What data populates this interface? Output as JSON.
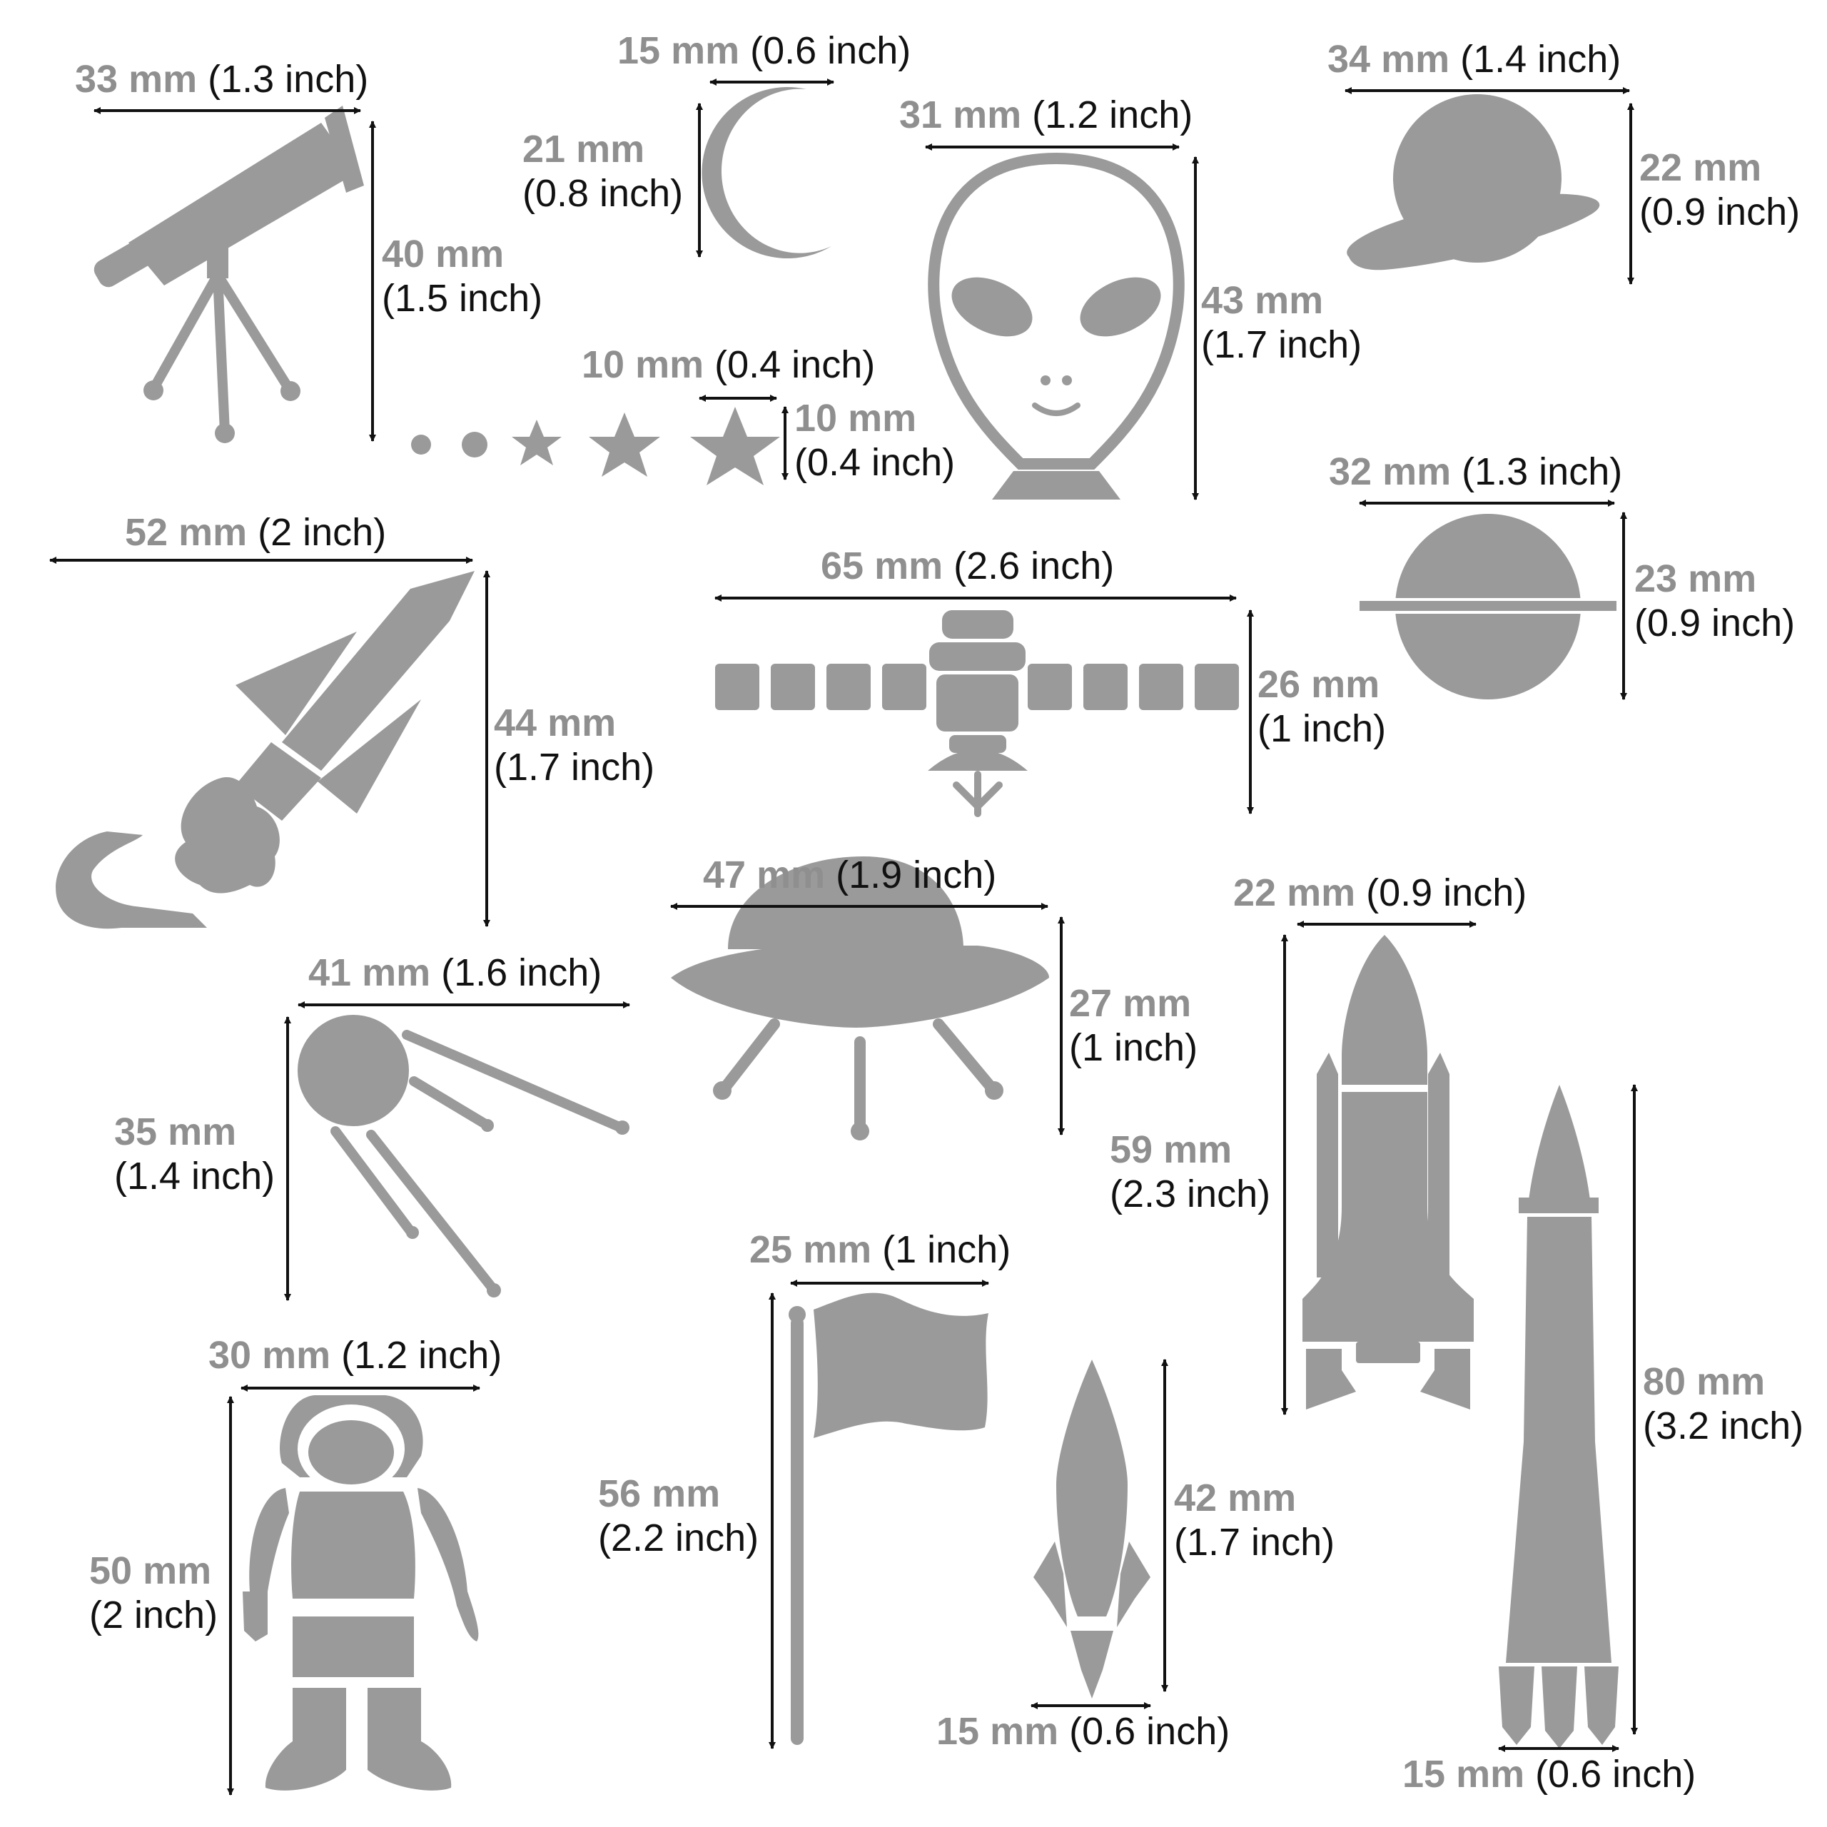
{
  "colors": {
    "shape": "#9a9a9a",
    "arrow": "#111111",
    "mm_text": "#8f8f8f",
    "inch_text": "#111111",
    "background": "#ffffff"
  },
  "items": {
    "telescope": {
      "icon": "telescope-icon",
      "width": {
        "mm": "33 mm",
        "inch": "(1.3 inch)"
      },
      "height": {
        "mm": "40 mm",
        "inch": "(1.5 inch)"
      }
    },
    "moon": {
      "icon": "moon-icon",
      "width": {
        "mm": "15 mm",
        "inch": "(0.6 inch)"
      },
      "height": {
        "mm": "21 mm",
        "inch": "(0.8 inch)"
      }
    },
    "alien": {
      "icon": "alien-head-icon",
      "width": {
        "mm": "31 mm",
        "inch": "(1.2 inch)"
      },
      "height": {
        "mm": "43 mm",
        "inch": "(1.7 inch)"
      }
    },
    "ringed_planet": {
      "icon": "ringed-planet-icon",
      "width": {
        "mm": "34 mm",
        "inch": "(1.4 inch)"
      },
      "height": {
        "mm": "22 mm",
        "inch": "(0.9 inch)"
      }
    },
    "stars": {
      "icon": "star-icon",
      "width": {
        "mm": "10 mm",
        "inch": "(0.4 inch)"
      },
      "height": {
        "mm": "10 mm",
        "inch": "(0.4 inch)"
      }
    },
    "banded_planet": {
      "icon": "banded-planet-icon",
      "width": {
        "mm": "32 mm",
        "inch": "(1.3 inch)"
      },
      "height": {
        "mm": "23 mm",
        "inch": "(0.9 inch)"
      }
    },
    "rocket": {
      "icon": "rocket-icon",
      "width": {
        "mm": "52 mm",
        "inch": "(2 inch)"
      },
      "height": {
        "mm": "44 mm",
        "inch": "(1.7 inch)"
      }
    },
    "satellite": {
      "icon": "satellite-icon",
      "width": {
        "mm": "65 mm",
        "inch": "(2.6 inch)"
      },
      "height": {
        "mm": "26 mm",
        "inch": "(1 inch)"
      }
    },
    "ufo": {
      "icon": "ufo-icon",
      "width": {
        "mm": "47 mm",
        "inch": "(1.9 inch)"
      },
      "height": {
        "mm": "27 mm",
        "inch": "(1 inch)"
      }
    },
    "sputnik": {
      "icon": "sputnik-icon",
      "width": {
        "mm": "41 mm",
        "inch": "(1.6 inch)"
      },
      "height": {
        "mm": "35 mm",
        "inch": "(1.4 inch)"
      }
    },
    "shuttle": {
      "icon": "space-shuttle-icon",
      "width": {
        "mm": "22 mm",
        "inch": "(0.9 inch)"
      },
      "height": {
        "mm": "59 mm",
        "inch": "(2.3 inch)"
      }
    },
    "astronaut": {
      "icon": "astronaut-icon",
      "width": {
        "mm": "30 mm",
        "inch": "(1.2 inch)"
      },
      "height": {
        "mm": "50 mm",
        "inch": "(2 inch)"
      }
    },
    "flag": {
      "icon": "flag-icon",
      "width": {
        "mm": "25 mm",
        "inch": "(1 inch)"
      },
      "height": {
        "mm": "56 mm",
        "inch": "(2.2 inch)"
      }
    },
    "small_rocket": {
      "icon": "small-rocket-icon",
      "width": {
        "mm": "15 mm",
        "inch": "(0.6 inch)"
      },
      "height": {
        "mm": "42 mm",
        "inch": "(1.7 inch)"
      }
    },
    "tall_rocket": {
      "icon": "tall-rocket-icon",
      "width": {
        "mm": "15 mm",
        "inch": "(0.6 inch)"
      },
      "height": {
        "mm": "80 mm",
        "inch": "(3.2 inch)"
      }
    }
  }
}
